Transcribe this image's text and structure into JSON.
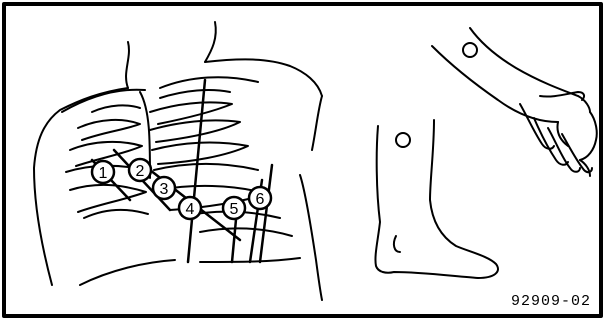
{
  "figure": {
    "reference_code": "92909-02",
    "electrode_labels": [
      "1",
      "2",
      "3",
      "4",
      "5",
      "6"
    ],
    "colors": {
      "ink": "#000000",
      "paper": "#ffffff"
    }
  }
}
